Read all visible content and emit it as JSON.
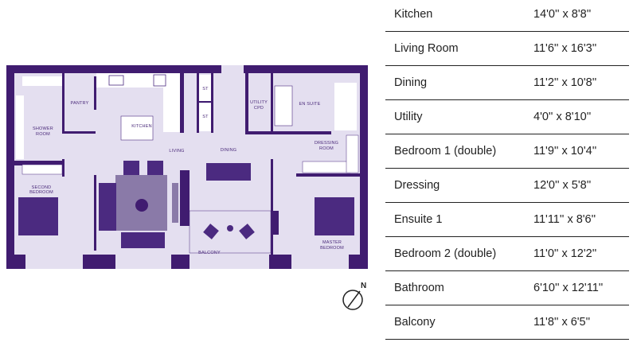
{
  "colors": {
    "wall": "#401c70",
    "floor": "#e4dff0",
    "furniture": "#4b2a80",
    "line": "#222222"
  },
  "plan_labels": {
    "pantry": "PANTRY",
    "kitchen": "KITCHEN",
    "st1": "ST",
    "st2": "ST",
    "utility": [
      "UTILITY",
      "CPD"
    ],
    "ensuite": "EN SUITE",
    "shower": [
      "SHOWER",
      "ROOM"
    ],
    "living": "LIVING",
    "dining": "DINING",
    "dressing": [
      "DRESSING",
      "ROOM"
    ],
    "second_bedroom": [
      "SECOND",
      "BEDROOM"
    ],
    "master_bedroom": [
      "MASTER",
      "BEDROOM"
    ],
    "balcony": "BALCONY"
  },
  "compass": {
    "label": "N",
    "icon": "north-compass-icon"
  },
  "rooms": [
    {
      "name": "Kitchen",
      "size": "14'0'' x 8'8''"
    },
    {
      "name": "Living Room",
      "size": "11'6'' x 16'3''"
    },
    {
      "name": "Dining",
      "size": "11'2'' x 10'8''"
    },
    {
      "name": "Utility",
      "size": "4'0'' x 8'10''"
    },
    {
      "name": "Bedroom 1 (double)",
      "size": "11'9'' x 10'4''"
    },
    {
      "name": "Dressing",
      "size": "12'0'' x 5'8''"
    },
    {
      "name": "Ensuite 1",
      "size": "11'11'' x 8'6''"
    },
    {
      "name": "Bedroom 2 (double)",
      "size": "11'0'' x 12'2''"
    },
    {
      "name": "Bathroom",
      "size": "6'10'' x 12'11''"
    },
    {
      "name": "Balcony",
      "size": "11'8'' x 6'5''"
    }
  ]
}
